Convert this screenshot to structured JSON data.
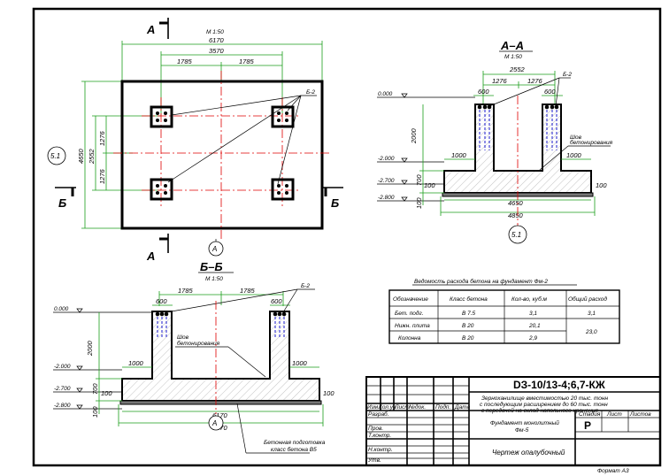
{
  "plan": {
    "scale": "М 1:50",
    "dims_top": [
      "6170",
      "3570",
      "1785",
      "1785"
    ],
    "dims_left": [
      "4650",
      "2552",
      "1276",
      "1276"
    ],
    "cut_label": "А",
    "section_label": "Б",
    "marker_b2": "Б-2",
    "axis_letter": "А",
    "axis_number": "5.1"
  },
  "section_aa": {
    "title": "А–А",
    "scale": "М 1:50",
    "dims_top": [
      "2552",
      "1276",
      "1276",
      "600",
      "600"
    ],
    "marker_b2": "Б-2",
    "seam_line1": "Шов",
    "seam_line2": "бетонирования",
    "levels": [
      "0.000",
      "-2.000",
      "-2.700",
      "-2.800"
    ],
    "dims_vertical": [
      "2000",
      "700",
      "100"
    ],
    "dims_horizontal": [
      "1000",
      "1000",
      "100",
      "100",
      "4650",
      "4850"
    ],
    "axis_number": "5.1"
  },
  "section_bb": {
    "title": "Б–Б",
    "scale": "М 1:50",
    "dims_top": [
      "1785",
      "1785",
      "600",
      "600"
    ],
    "marker_b2": "Б-2",
    "seam_line1": "Шов",
    "seam_line2": "бетонирования",
    "levels": [
      "0.000",
      "-2.000",
      "-2.700",
      "-2.800"
    ],
    "dims_vertical": [
      "2000",
      "700",
      "100"
    ],
    "dims_horizontal": [
      "1000",
      "1000",
      "100",
      "100",
      "6170",
      "6370"
    ],
    "axis_letter": "А",
    "prep_line1": "Бетонная подготовка",
    "prep_line2": "класс бетона В5"
  },
  "table": {
    "title": "Ведомость расхода бетона на фундамент Фм-2",
    "headers": [
      "Обозначение",
      "Класс бетона",
      "Кол-во, куб.м",
      "Общий расход"
    ],
    "rows": [
      [
        "Бет. подг.",
        "В 7.5",
        "3,1",
        "3,1"
      ],
      [
        "Нижн. плита",
        "В 20",
        "20,1",
        ""
      ],
      [
        "Колонна",
        "В 20",
        "2,9",
        ""
      ]
    ],
    "merged_total": "23,0"
  },
  "title_block": {
    "code": "DЗ-10/13-4;6,7-КЖ",
    "project_line1": "Зерноханилище вместимостью 20 тыс. тонн",
    "project_line2": "с последующим расширением до 60 тыс. тонн",
    "project_line3": "с передачей на склад напольного хранения",
    "roles": [
      "Изм.",
      "Кол.уч.",
      "Лист",
      "№док.",
      "Подп.",
      "Дата"
    ],
    "signers": [
      "Разраб.",
      "Пров.",
      "Т.контр.",
      "Н.контр.",
      "Утв."
    ],
    "object_line1": "Фундамент монолитный",
    "object_line2": "Фм-5",
    "stage_header": "Стадия",
    "sheet_header": "Лист",
    "sheets_header": "Листов",
    "stage": "Р",
    "drawing_name": "Чертеж опалубочный"
  },
  "format": "Формат А3"
}
